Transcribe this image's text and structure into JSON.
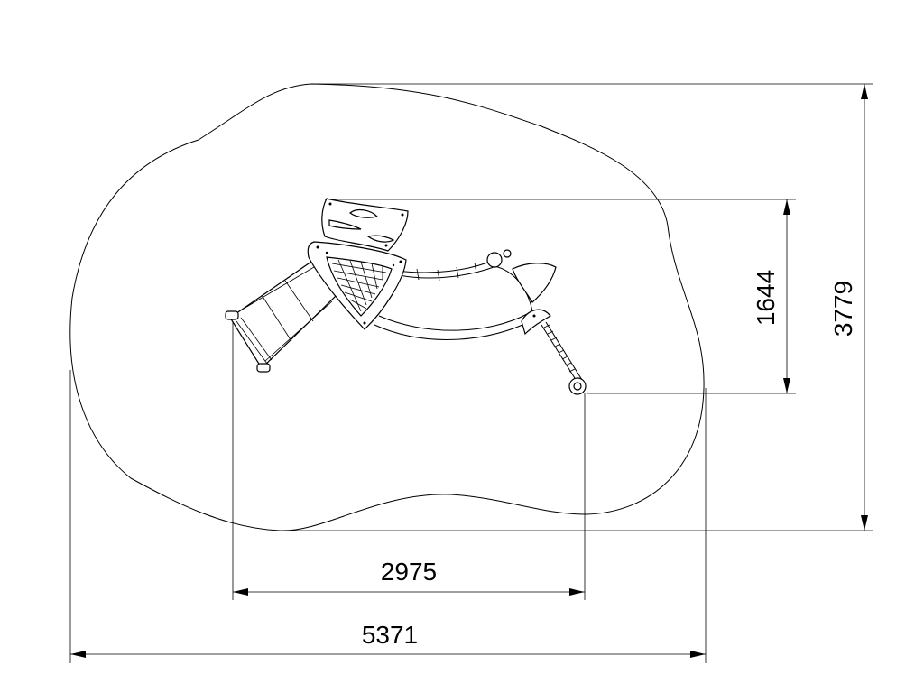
{
  "drawing": {
    "dimensions": {
      "total_width": "5371",
      "equipment_width": "2975",
      "total_depth": "3779",
      "equipment_depth": "1644"
    }
  }
}
